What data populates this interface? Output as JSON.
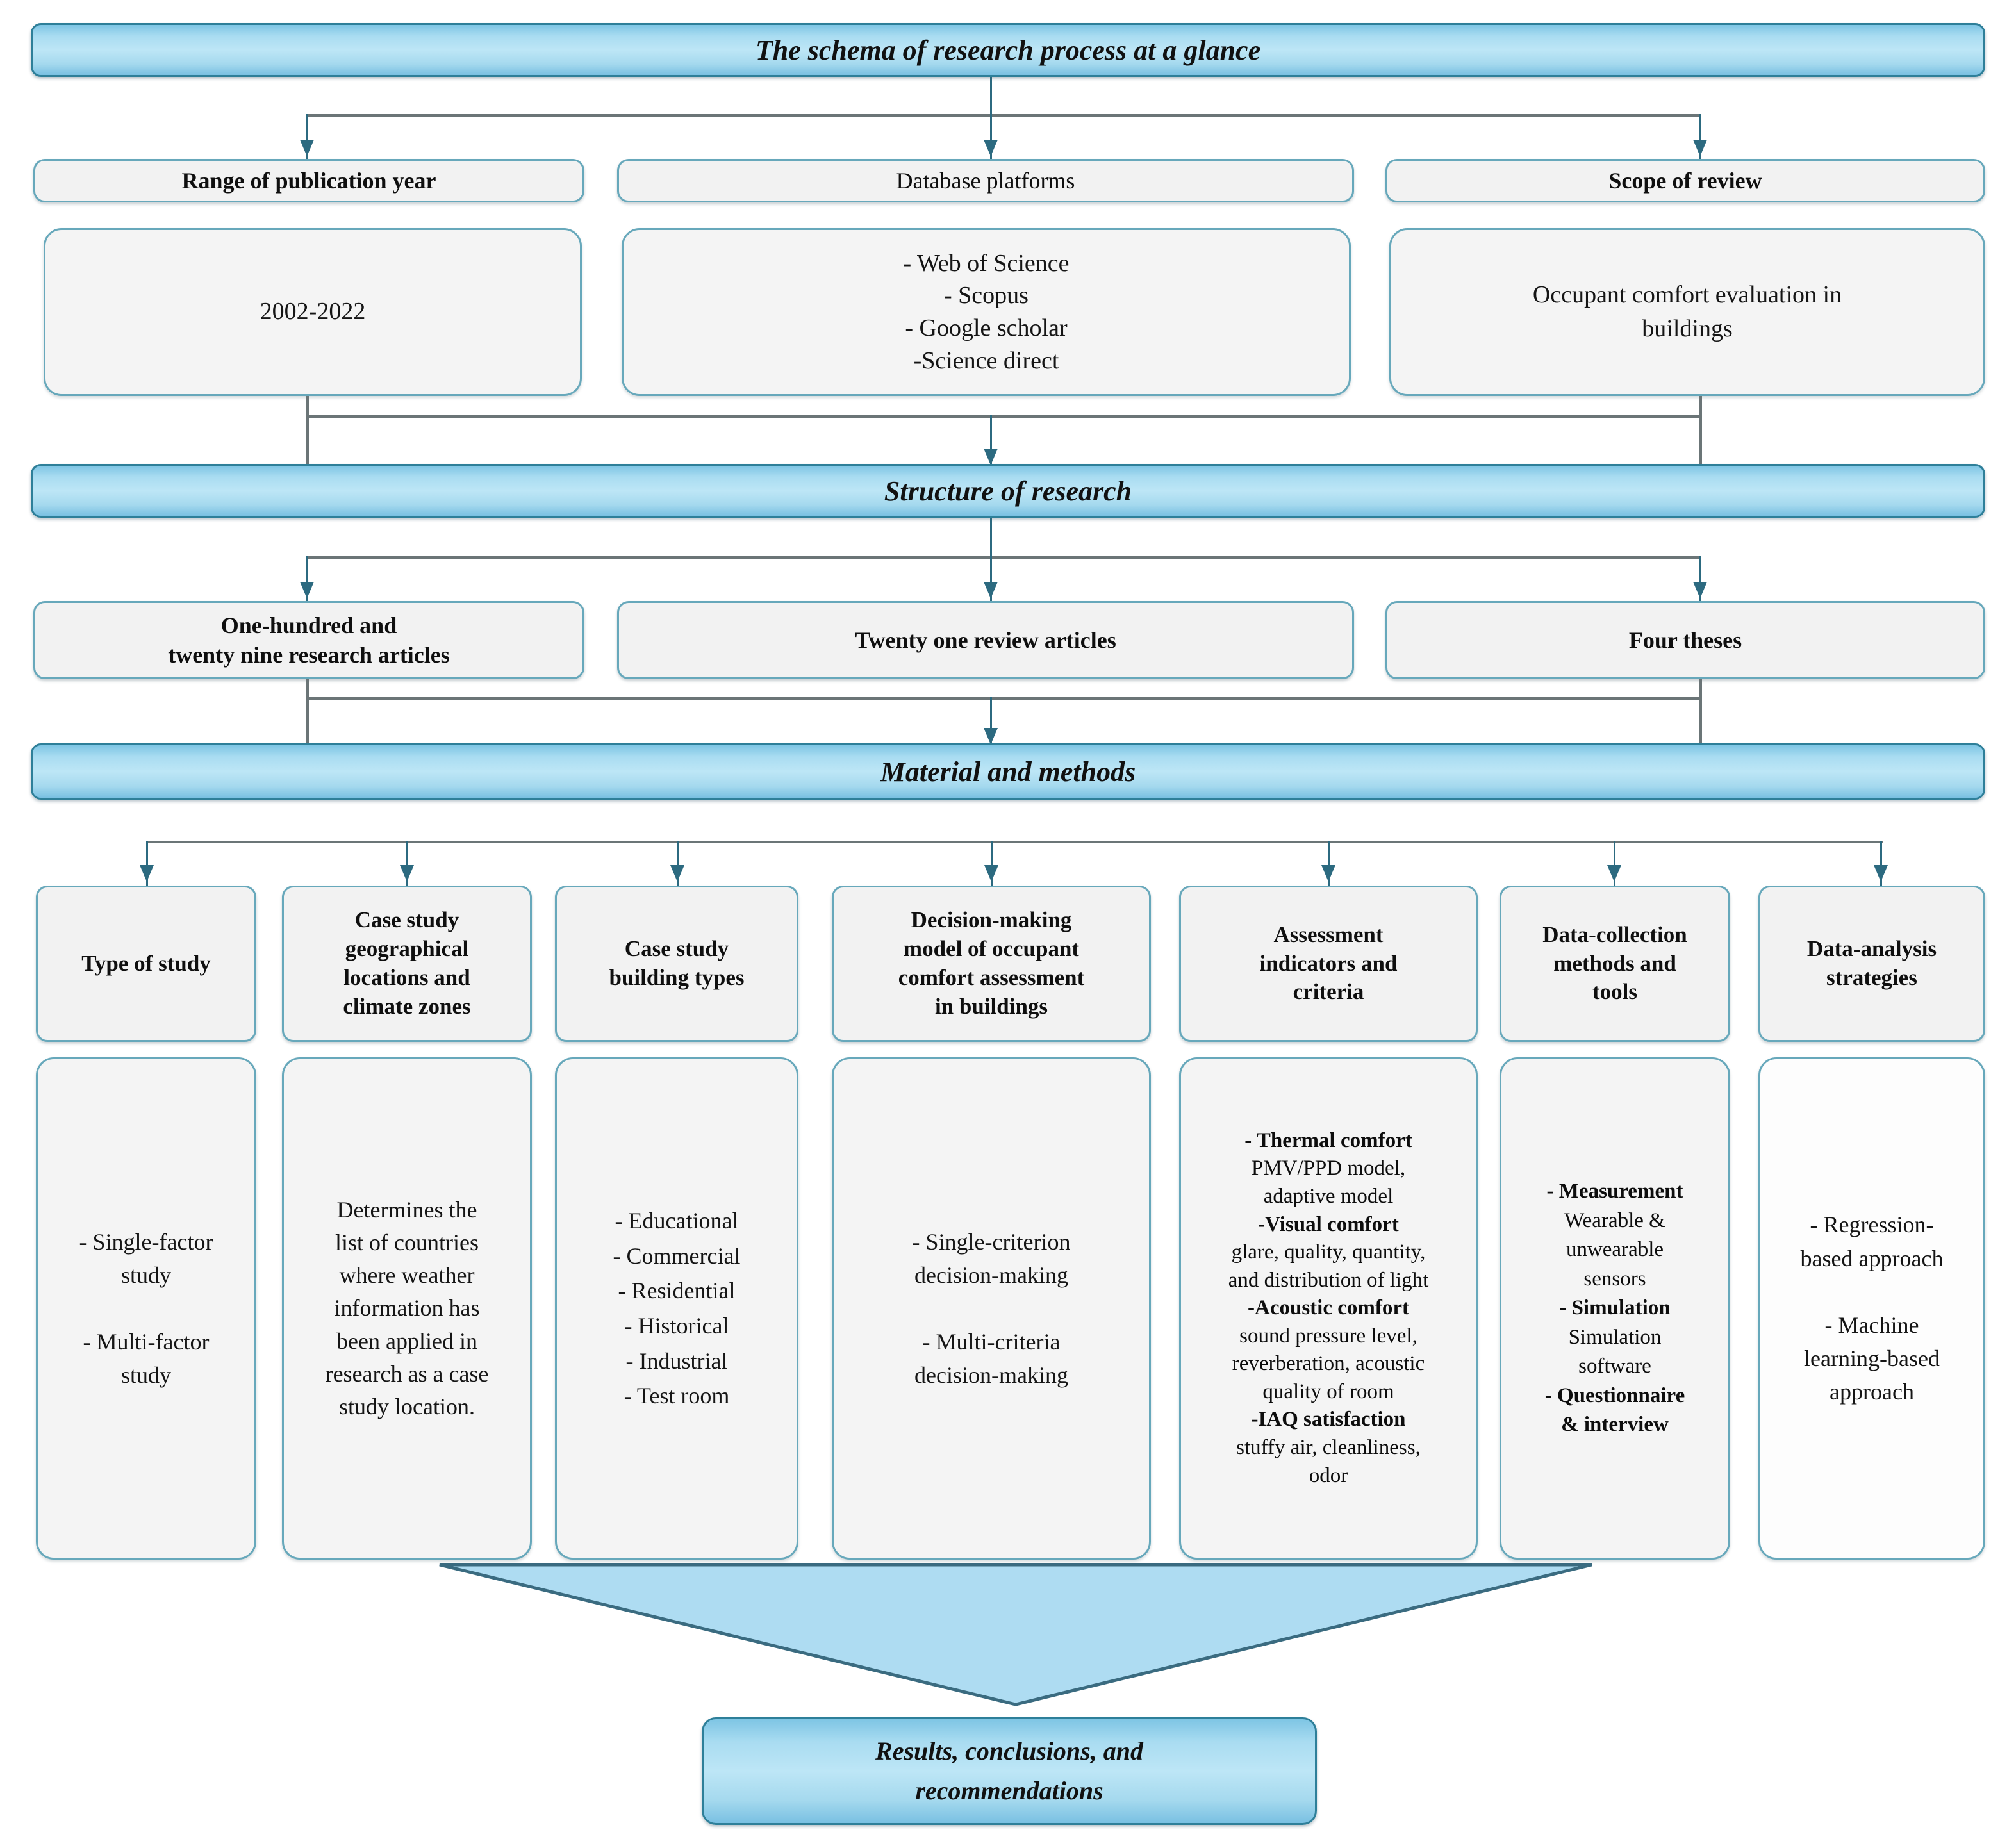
{
  "diagram": {
    "title": "The schema of research process at a glance",
    "banners": {
      "top": "The schema of research process at a glance",
      "structure": "Structure of research",
      "material": "Material and methods",
      "results": "Results, conclusions, and\nrecommendations"
    },
    "section_one": {
      "headers": [
        "Range of publication year",
        "Database platforms",
        "Scope of review"
      ],
      "bodies": [
        "2002-2022",
        "- Web of Science\n- Scopus\n- Google scholar\n-Science direct",
        "Occupant comfort evaluation in\nbuildings"
      ]
    },
    "section_two": {
      "headers": [
        "One-hundred and\ntwenty nine research articles",
        "Twenty one review articles",
        "Four theses"
      ]
    },
    "section_three": {
      "headers": [
        "Type of study",
        "Case study\ngeographical\nlocations and\nclimate zones",
        "Case study\nbuilding types",
        "Decision-making\nmodel of occupant\ncomfort assessment\nin buildings",
        "Assessment\nindicators and\ncriteria",
        "Data-collection\nmethods and\ntools",
        "Data-analysis\nstrategies"
      ],
      "bodies": {
        "type_of_study": "- Single-factor\nstudy\n\n- Multi-factor\nstudy",
        "geographical": "Determines the\nlist of countries\nwhere weather\ninformation has\nbeen applied in\nresearch as a case\nstudy location.",
        "building_types": "- Educational\n- Commercial\n- Residential\n- Historical\n- Industrial\n- Test room",
        "decision_model": "- Single-criterion\ndecision-making\n\n- Multi-criteria\ndecision-making",
        "assessment": [
          {
            "bold": "- Thermal comfort",
            "plain": "PMV/PPD model,\nadaptive model"
          },
          {
            "bold": "-Visual comfort",
            "plain": "glare, quality, quantity,\nand distribution of light"
          },
          {
            "bold": "-Acoustic comfort",
            "plain": "sound pressure level,\nreverberation, acoustic\nquality of room"
          },
          {
            "bold": "-IAQ satisfaction",
            "plain": "stuffy air, cleanliness,\nodor"
          }
        ],
        "data_collection": [
          {
            "bold": "- Measurement",
            "plain": "Wearable &\nunwearable\nsensors"
          },
          {
            "bold": "- Simulation",
            "plain": "Simulation\nsoftware"
          },
          {
            "bold": "- Questionnaire\n& interview",
            "plain": ""
          }
        ],
        "data_analysis": "- Regression-\nbased approach\n\n- Machine\nlearning-based\napproach"
      }
    },
    "colors": {
      "banner_fill": "#a9dcf1",
      "banner_border": "#2e7f99",
      "card_fill": "#f2f2f2",
      "card_border": "#67a8bb",
      "connector": "#2c6a80",
      "funnel_fill": "#aedcf2",
      "funnel_border": "#3a6b80"
    }
  }
}
